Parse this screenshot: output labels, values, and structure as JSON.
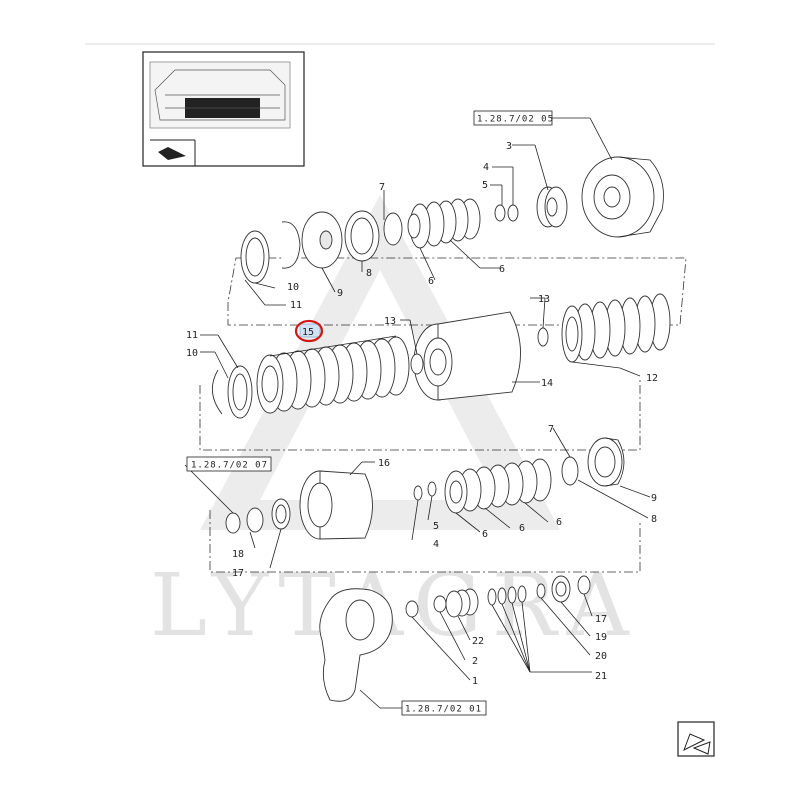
{
  "watermark": {
    "text": "LYTAGRA"
  },
  "references": {
    "top": "1.28.7/02 05",
    "middle": "1.28.7/02 07",
    "bottom": "1.28.7/02 01"
  },
  "highlighted_item": "15",
  "callouts": {
    "c3": "3",
    "c4a": "4",
    "c5a": "5",
    "c7a": "7",
    "c10a": "10",
    "c11a": "11",
    "c9a": "9",
    "c8a": "8",
    "c6a": "6",
    "c6b": "6",
    "c13a": "13",
    "c12": "12",
    "c11b": "11",
    "c10b": "10",
    "c13b": "13",
    "c14": "14",
    "c16": "16",
    "c7b": "7",
    "c9b": "9",
    "c8b": "8",
    "c18": "18",
    "c17a": "17",
    "c5b": "5",
    "c4b": "4",
    "c6c": "6",
    "c6d": "6",
    "c6e": "6",
    "c1": "1",
    "c2": "2",
    "c22": "22",
    "c17b": "17",
    "c19": "19",
    "c20": "20",
    "c21": "21"
  },
  "icons": {
    "locator": "assembly-locator-icon",
    "nav_previous": "page-back-icon",
    "nav_next": "page-forward-icon"
  }
}
